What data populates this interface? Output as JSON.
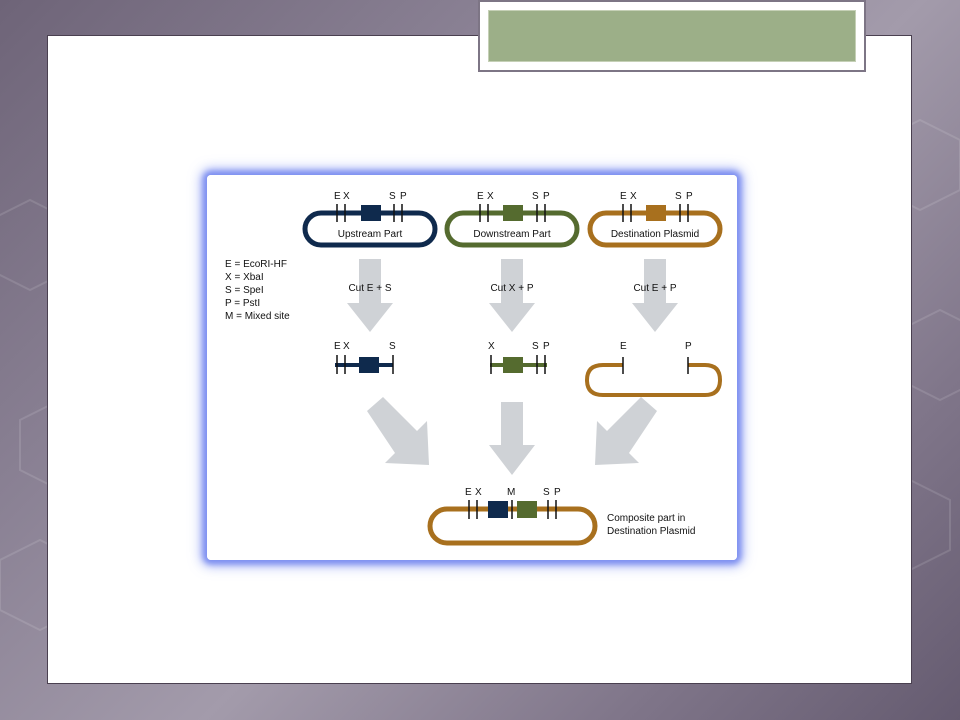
{
  "diagram": {
    "parts": [
      {
        "name": "Upstream Part",
        "site_labels": [
          "E",
          "X",
          "S",
          "P"
        ],
        "color": "#0f2a4d"
      },
      {
        "name": "Downstream Part",
        "site_labels": [
          "E",
          "X",
          "S",
          "P"
        ],
        "color": "#556b2f"
      },
      {
        "name": "Destination Plasmid",
        "site_labels": [
          "E",
          "X",
          "S",
          "P"
        ],
        "color": "#a8701e"
      }
    ],
    "legend": [
      "E = EcoRI-HF",
      "X = XbaI",
      "S = SpeI",
      "P = PstI",
      "M = Mixed site"
    ],
    "cuts": [
      "Cut E + S",
      "Cut X + P",
      "Cut E + P"
    ],
    "fragment_labels": {
      "upstream": [
        "E",
        "X",
        "S"
      ],
      "downstream": [
        "X",
        "S",
        "P"
      ],
      "plasmid": [
        "E",
        "P"
      ]
    },
    "composite": {
      "site_labels": [
        "E",
        "X",
        "M",
        "S",
        "P"
      ],
      "caption_line1": "Composite part in",
      "caption_line2": "Destination Plasmid"
    },
    "colors": {
      "navy": "#0f2a4d",
      "olive": "#556b2f",
      "orange": "#a8701e",
      "arrow": "#cfd2d6",
      "title_fill": "#9caf88"
    }
  }
}
